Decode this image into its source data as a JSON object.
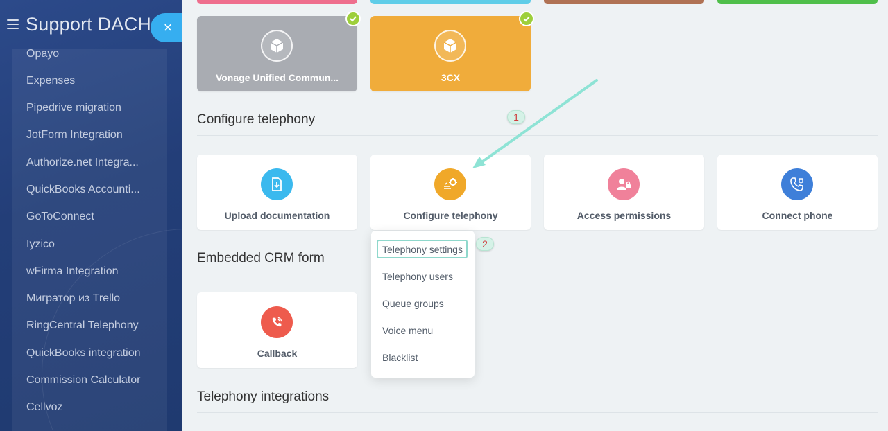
{
  "sidebar": {
    "title": "Support DACH",
    "close_symbol": "×",
    "items": [
      {
        "label": "Opayo"
      },
      {
        "label": "Expenses"
      },
      {
        "label": "Pipedrive migration"
      },
      {
        "label": "JotForm Integration"
      },
      {
        "label": "Authorize.net Integra..."
      },
      {
        "label": "QuickBooks Accounti..."
      },
      {
        "label": "GoToConnect"
      },
      {
        "label": "Iyzico"
      },
      {
        "label": "wFirma Integration"
      },
      {
        "label": "Мигратор из Trello"
      },
      {
        "label": "RingCentral Telephony"
      },
      {
        "label": "QuickBooks integration"
      },
      {
        "label": "Commission Calculator"
      },
      {
        "label": "Cellvoz"
      }
    ]
  },
  "top_tiles": [
    {
      "label": "Vonage Unified Commun...",
      "color": "#a9acb2",
      "icon": "cube-icon",
      "installed": true
    },
    {
      "label": "3CX",
      "color": "#f0ac3b",
      "icon": "cube-icon",
      "installed": true
    }
  ],
  "strip_colors": [
    "#ee6e8d",
    "#5fcde8",
    "#b07254",
    "#4fbf4a"
  ],
  "sections": {
    "configure": {
      "title": "Configure telephony",
      "tiles": [
        {
          "label": "Upload documentation",
          "icon": "upload-document-icon",
          "color": "#3bb9ee"
        },
        {
          "label": "Configure telephony",
          "icon": "settings-gear-icon",
          "color": "#f0a829"
        },
        {
          "label": "Access permissions",
          "icon": "user-lock-icon",
          "color": "#f0819a"
        },
        {
          "label": "Connect phone",
          "icon": "phone-plug-icon",
          "color": "#3e7fd9"
        }
      ]
    },
    "crm": {
      "title": "Embedded CRM form",
      "tiles": [
        {
          "label": "Callback",
          "icon": "phone-callback-icon",
          "color": "#ee5b4d"
        }
      ]
    },
    "integrations": {
      "title": "Telephony integrations"
    }
  },
  "dropdown": {
    "items": [
      {
        "label": "Telephony settings"
      },
      {
        "label": "Telephony users"
      },
      {
        "label": "Queue groups"
      },
      {
        "label": "Voice menu"
      },
      {
        "label": "Blacklist"
      }
    ],
    "highlighted": "Telephony settings"
  },
  "annotations": {
    "step1": "1",
    "step2": "2",
    "arrow_color": "#8ee3d5"
  }
}
